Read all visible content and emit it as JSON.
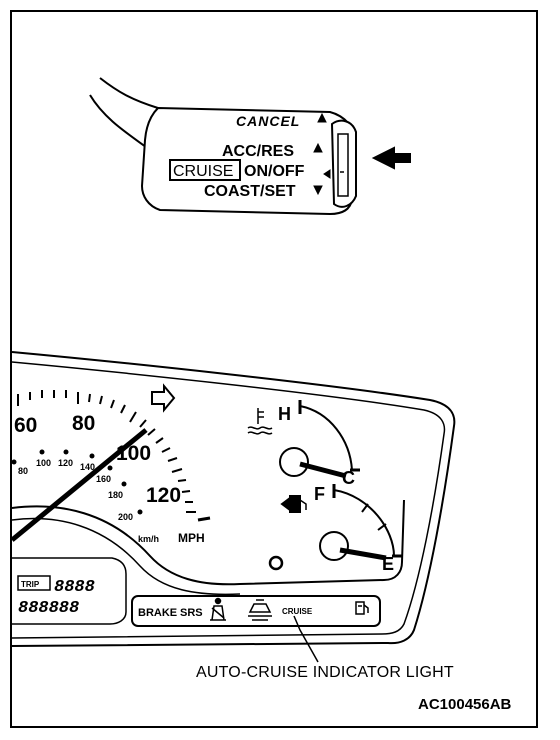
{
  "switch": {
    "cancel": "CANCEL",
    "acc_res": "ACC/RES",
    "cruise": "CRUISE",
    "on_off": "ON/OFF",
    "coast_set": "COAST/SET"
  },
  "speedometer": {
    "mph_labels": [
      "60",
      "80",
      "100",
      "120"
    ],
    "kmh_labels": [
      "80",
      "100",
      "120",
      "140",
      "160",
      "180",
      "200"
    ],
    "kmh_unit": "km/h",
    "mph_unit": "MPH"
  },
  "temp_gauge": {
    "high": "H",
    "cold": "C"
  },
  "fuel_gauge": {
    "full": "F",
    "empty": "E"
  },
  "odometer": {
    "trip_label": "TRIP",
    "trip_digits": "8888",
    "odo_digits": "888888"
  },
  "indicators": {
    "brake": "BRAKE",
    "srs": "SRS",
    "cruise": "CRUISE"
  },
  "callout": "AUTO-CRUISE INDICATOR LIGHT",
  "figure_id": "AC100456AB",
  "colors": {
    "ink": "#000000",
    "paper": "#ffffff"
  }
}
